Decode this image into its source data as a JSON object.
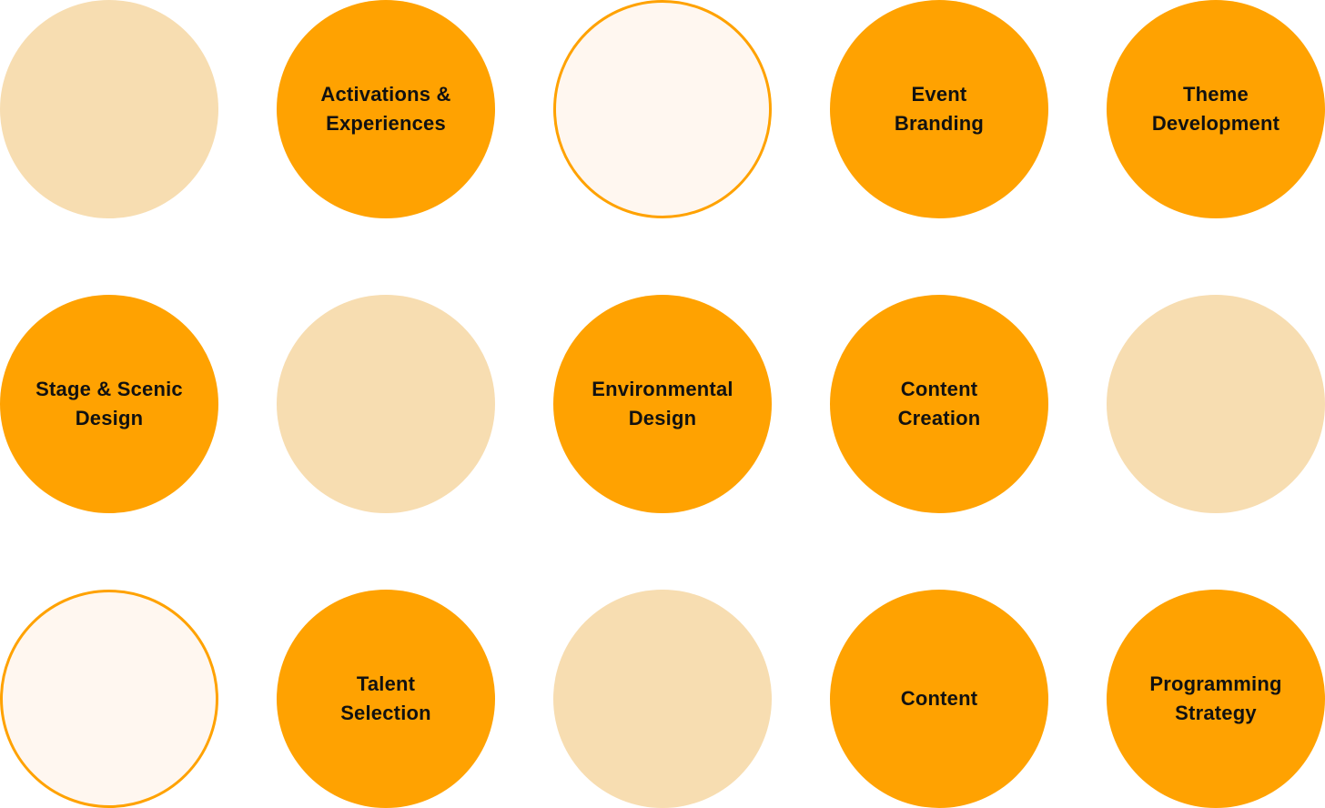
{
  "colors": {
    "filled": "#FFA201",
    "pale": "#F7DDB1",
    "outline_bg": "#FFF7F0",
    "text": "#111111"
  },
  "circles": [
    {
      "name": "circle-decorative-1",
      "style": "pale",
      "label": ""
    },
    {
      "name": "circle-activations-experiences",
      "style": "filled",
      "label": "Activations &\nExperiences"
    },
    {
      "name": "circle-decorative-2",
      "style": "outline",
      "label": ""
    },
    {
      "name": "circle-event-branding",
      "style": "filled",
      "label": "Event\nBranding"
    },
    {
      "name": "circle-theme-development",
      "style": "filled",
      "label": "Theme\nDevelopment"
    },
    {
      "name": "circle-stage-scenic-design",
      "style": "filled",
      "label": "Stage & Scenic\nDesign"
    },
    {
      "name": "circle-decorative-3",
      "style": "pale",
      "label": ""
    },
    {
      "name": "circle-environmental-design",
      "style": "filled",
      "label": "Environmental\nDesign"
    },
    {
      "name": "circle-content-creation",
      "style": "filled",
      "label": "Content\nCreation"
    },
    {
      "name": "circle-decorative-4",
      "style": "pale",
      "label": ""
    },
    {
      "name": "circle-decorative-5",
      "style": "outline",
      "label": ""
    },
    {
      "name": "circle-talent-selection",
      "style": "filled",
      "label": "Talent\nSelection"
    },
    {
      "name": "circle-decorative-6",
      "style": "pale",
      "label": ""
    },
    {
      "name": "circle-content",
      "style": "filled",
      "label": "Content"
    },
    {
      "name": "circle-programming-strategy",
      "style": "filled",
      "label": "Programming\nStrategy"
    }
  ]
}
